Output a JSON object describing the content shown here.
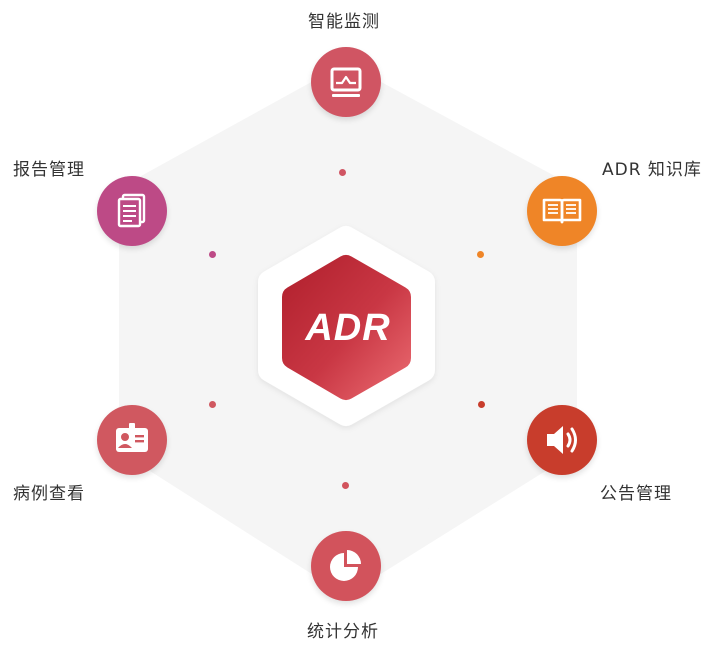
{
  "center": {
    "title": "ADR",
    "color_light": "#e6646b",
    "color_dark": "#b3222f"
  },
  "modules": [
    {
      "key": "monitor",
      "label": "智能监测",
      "icon": "monitor-chart-icon",
      "color": "#d05563"
    },
    {
      "key": "knowledge",
      "label": "ADR 知识库",
      "icon": "open-book-icon",
      "color": "#ef8527"
    },
    {
      "key": "notice",
      "label": "公告管理",
      "icon": "speaker-icon",
      "color": "#c83d2c"
    },
    {
      "key": "stats",
      "label": "统计分析",
      "icon": "pie-chart-icon",
      "color": "#d2535c"
    },
    {
      "key": "cases",
      "label": "病例查看",
      "icon": "id-card-icon",
      "color": "#d05860"
    },
    {
      "key": "reports",
      "label": "报告管理",
      "icon": "documents-icon",
      "color": "#bd4a86"
    }
  ],
  "colors": {
    "hexagon_fill": "#f5f5f5",
    "label_text": "#333333"
  }
}
